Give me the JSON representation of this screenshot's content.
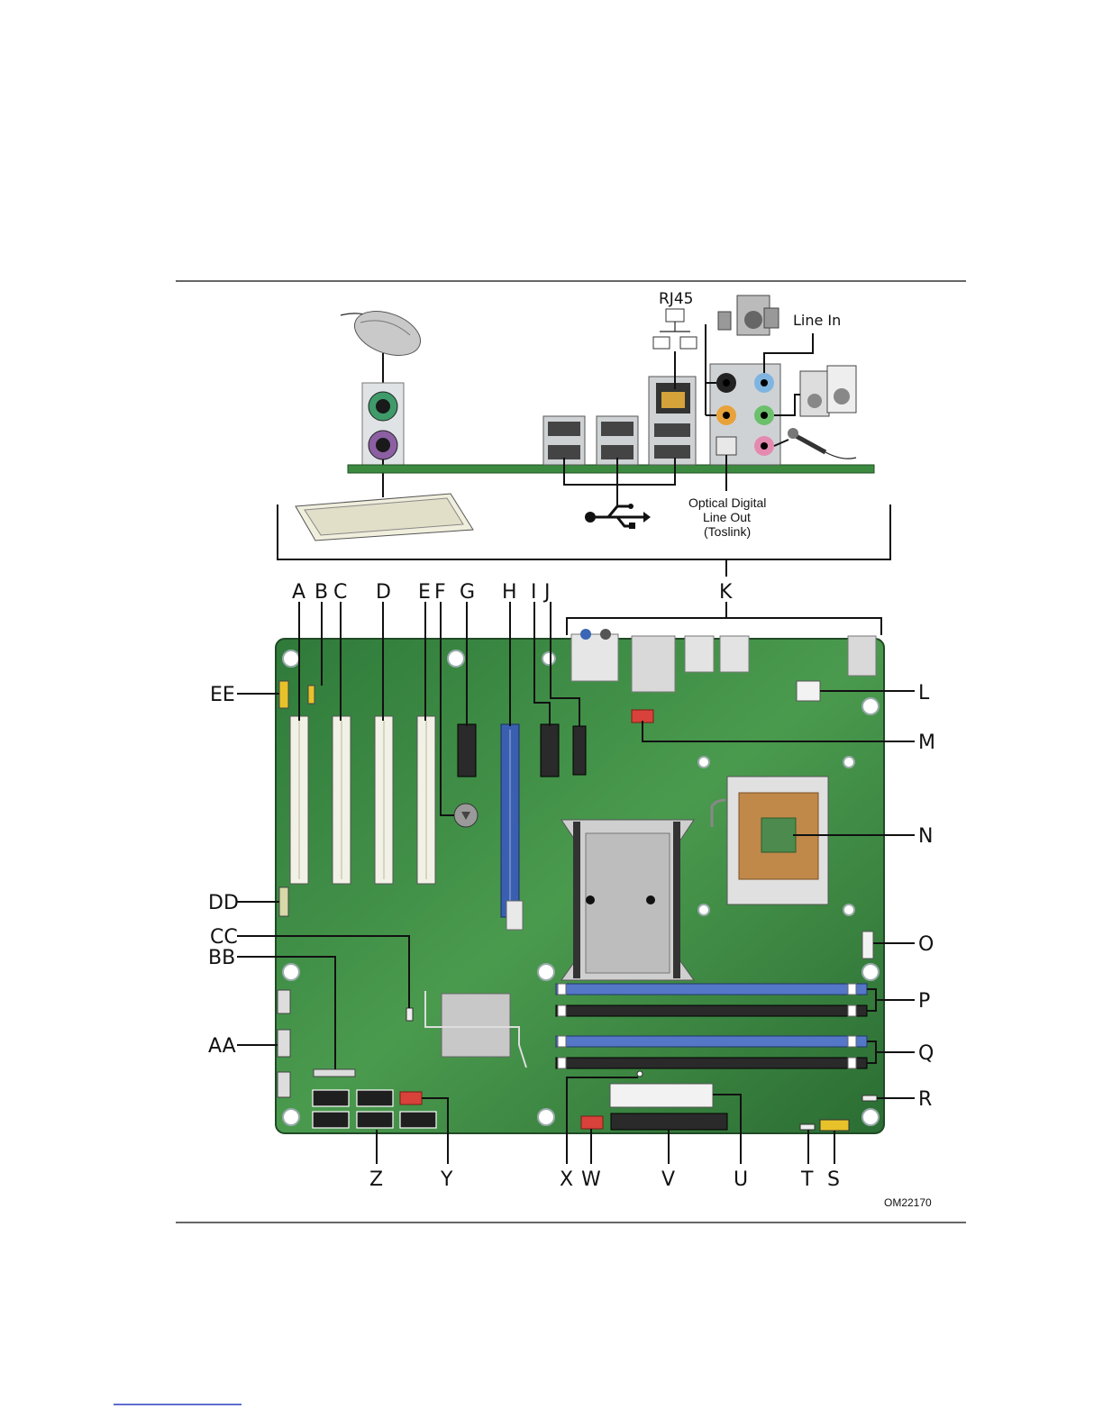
{
  "figure_id": "OM22170",
  "io_panel": {
    "rj45": "RJ45",
    "line_in": "Line In",
    "optical_line1": "Optical Digital",
    "optical_line2": "Line Out",
    "optical_line3": "(Toslink)"
  },
  "callouts": {
    "A": "A",
    "B": "B",
    "C": "C",
    "D": "D",
    "E": "E",
    "F": "F",
    "G": "G",
    "H": "H",
    "I": "I",
    "J": "J",
    "K": "K",
    "L": "L",
    "M": "M",
    "N": "N",
    "O": "O",
    "P": "P",
    "Q": "Q",
    "R": "R",
    "S": "S",
    "T": "T",
    "U": "U",
    "V": "V",
    "W": "W",
    "X": "X",
    "Y": "Y",
    "Z": "Z",
    "AA": "AA",
    "BB": "BB",
    "CC": "CC",
    "DD": "DD",
    "EE": "EE"
  },
  "colors": {
    "board": "#3f8a45",
    "board_dark": "#2e6e34",
    "slot_pci": "#f2f1e6",
    "slot_pcie_x16": "#3a5fb0",
    "dimm_blue": "#5577c8",
    "dimm_black": "#2a2a2a",
    "cpu_socket": "#c0894a",
    "header_red": "#d8423a",
    "header_yellow": "#e8c22a"
  }
}
